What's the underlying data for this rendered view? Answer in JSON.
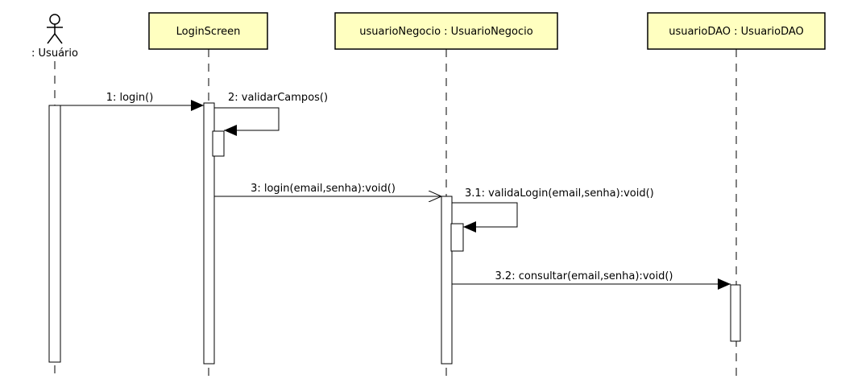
{
  "actor": {
    "label": ": Usuário"
  },
  "lifelines": [
    {
      "id": "login-screen",
      "label": "LoginScreen"
    },
    {
      "id": "usuario-negocio",
      "label": "usuarioNegocio : UsuarioNegocio"
    },
    {
      "id": "usuario-dao",
      "label": "usuarioDAO : UsuarioDAO"
    }
  ],
  "messages": [
    {
      "id": "msg-1",
      "label": "1: login()",
      "kind": "synchronous"
    },
    {
      "id": "msg-2",
      "label": "2: validarCampos()",
      "kind": "self"
    },
    {
      "id": "msg-3",
      "label": "3: login(email,senha):void()",
      "kind": "asynchronous"
    },
    {
      "id": "msg-3-1",
      "label": "3.1: validaLogin(email,senha):void()",
      "kind": "self"
    },
    {
      "id": "msg-3-2",
      "label": "3.2: consultar(email,senha):void()",
      "kind": "synchronous"
    }
  ],
  "colors": {
    "participant_fill": "#ffffc0",
    "line": "#000000",
    "activation_fill": "#ffffff"
  }
}
